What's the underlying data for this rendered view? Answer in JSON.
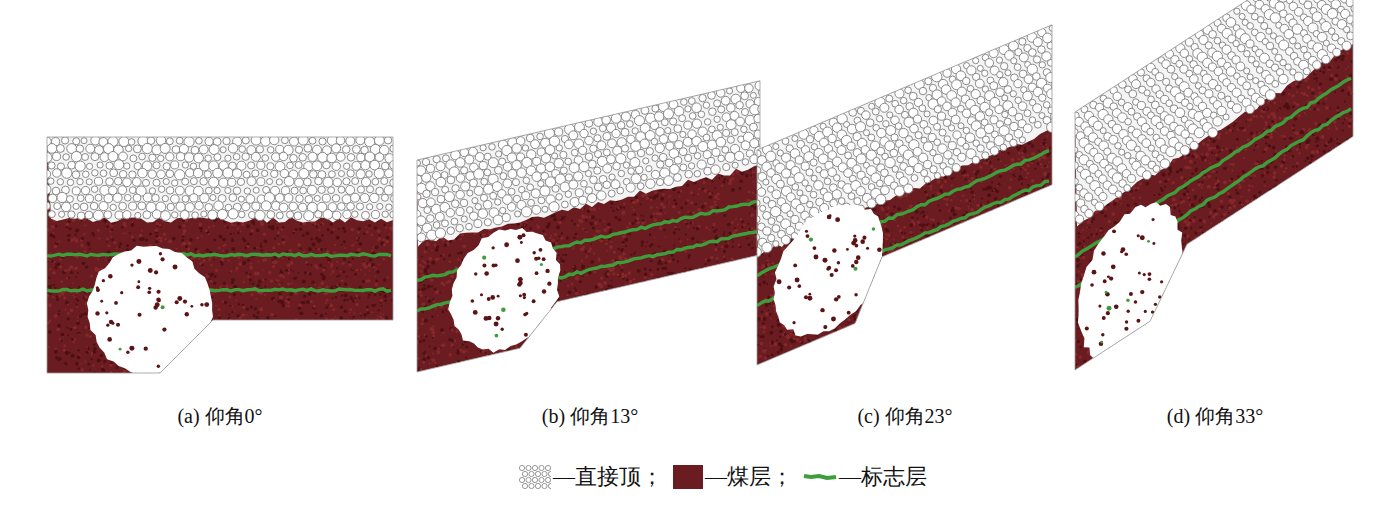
{
  "diagram": {
    "labels": [
      "(a) 仰角0°",
      "(b) 仰角13°",
      "(c) 仰角23°",
      "(d) 仰角33°"
    ],
    "legend": [
      {
        "text": "—直接顶；"
      },
      {
        "text": "—煤层；",
        "color": "#6b1c20"
      },
      {
        "text": "—标志层"
      }
    ]
  }
}
